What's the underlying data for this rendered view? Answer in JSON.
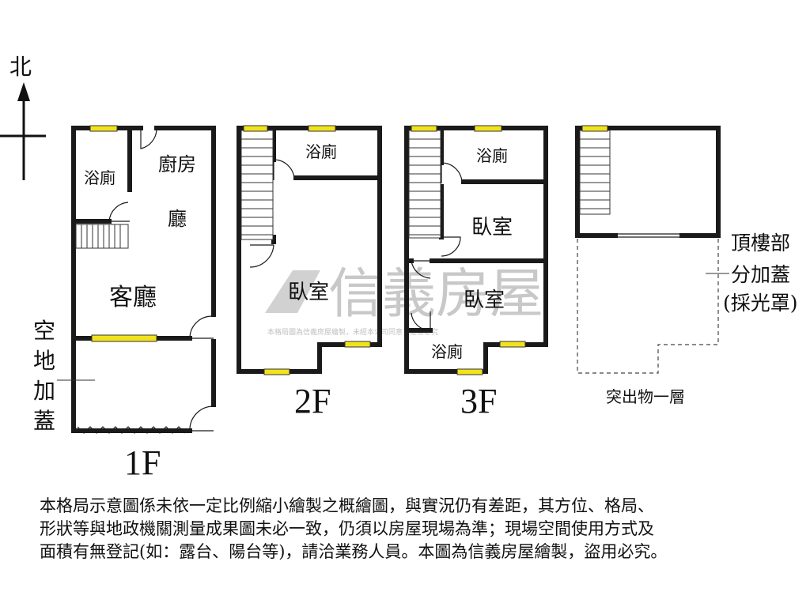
{
  "compass": {
    "north_label": "北"
  },
  "floors": {
    "f1": {
      "label": "1F",
      "rooms": {
        "bath": "浴廁",
        "kitchen": "廚房",
        "hall": "廳",
        "living": "客廳"
      }
    },
    "f2": {
      "label": "2F",
      "rooms": {
        "bath": "浴廁",
        "bedroom": "臥室"
      }
    },
    "f3": {
      "label": "3F",
      "rooms": {
        "bath_top": "浴廁",
        "bedroom_mid": "臥室",
        "bedroom_low": "臥室",
        "bath_low": "浴廁"
      }
    },
    "roof": {
      "caption": "突出物一層",
      "note_lines": [
        "頂樓部",
        "分加蓋",
        "(採光罩)"
      ]
    }
  },
  "side_label": [
    "空",
    "地",
    "加",
    "蓋"
  ],
  "watermark": {
    "brand": "信義房屋",
    "small": "本格局圖為信義房屋繪製，未經本公司同意，違者必究"
  },
  "disclaimer": "本格局示意圖係未依一定比例縮小繪製之概繪圖，與實況仍有差距，其方位、格局、\n形狀等與地政機關測量成果圖未必一致，仍須以房屋現場為準；現場空間使用方式及\n面積有無登記(如：露台、陽台等)，請洽業務人員。本圖為信義房屋繪製，盜用必究。"
}
